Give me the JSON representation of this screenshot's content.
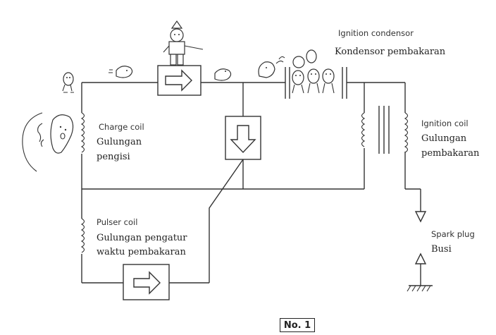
{
  "labels": {
    "ignition_condensor_en": "Ignition condensor",
    "ignition_condensor_id": "Kondensor pembakaran",
    "charge_coil_en": "Charge coil",
    "charge_coil_id_1": "Gulungan",
    "charge_coil_id_2": "pengisi",
    "ignition_coil_en": "Ignition coil",
    "ignition_coil_id_1": "Gulungan",
    "ignition_coil_id_2": "pembakaran",
    "pulser_coil_en": "Pulser coil",
    "pulser_coil_id_1": "Gulungan pengatur",
    "pulser_coil_id_2": "waktu pembakaran",
    "spark_plug_en": "Spark plug",
    "spark_plug_id": "Busi"
  },
  "figure_number": "No. 1"
}
